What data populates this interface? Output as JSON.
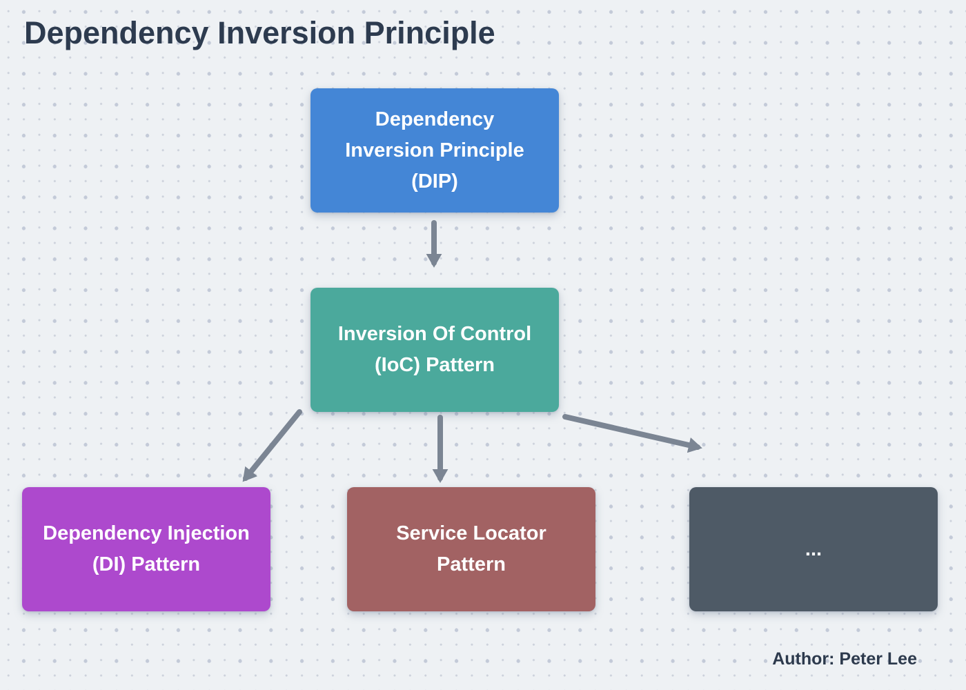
{
  "page": {
    "title": "Dependency Inversion Principle",
    "author": "Author: Peter Lee"
  },
  "diagram": {
    "nodes": [
      {
        "id": "dip",
        "label": "Dependency\nInversion Principle\n(DIP)",
        "color": "#4486d6"
      },
      {
        "id": "ioc",
        "label": "Inversion Of Control\n(IoC) Pattern",
        "color": "#4ba99c"
      },
      {
        "id": "di",
        "label": "Dependency Injection\n(DI) Pattern",
        "color": "#ad49cd"
      },
      {
        "id": "service-locator",
        "label": "Service Locator\nPattern",
        "color": "#a26263"
      },
      {
        "id": "more",
        "label": "...",
        "color": "#4e5a66"
      }
    ],
    "edges": [
      {
        "from": "dip",
        "to": "ioc"
      },
      {
        "from": "ioc",
        "to": "di"
      },
      {
        "from": "ioc",
        "to": "service-locator"
      },
      {
        "from": "ioc",
        "to": "more"
      }
    ],
    "arrow_color": "#7b8593"
  },
  "colors": {
    "background": "#eef1f4",
    "dot_grid": "#c3cad8",
    "title_text": "#2d3b4f",
    "node_text": "#ffffff"
  }
}
